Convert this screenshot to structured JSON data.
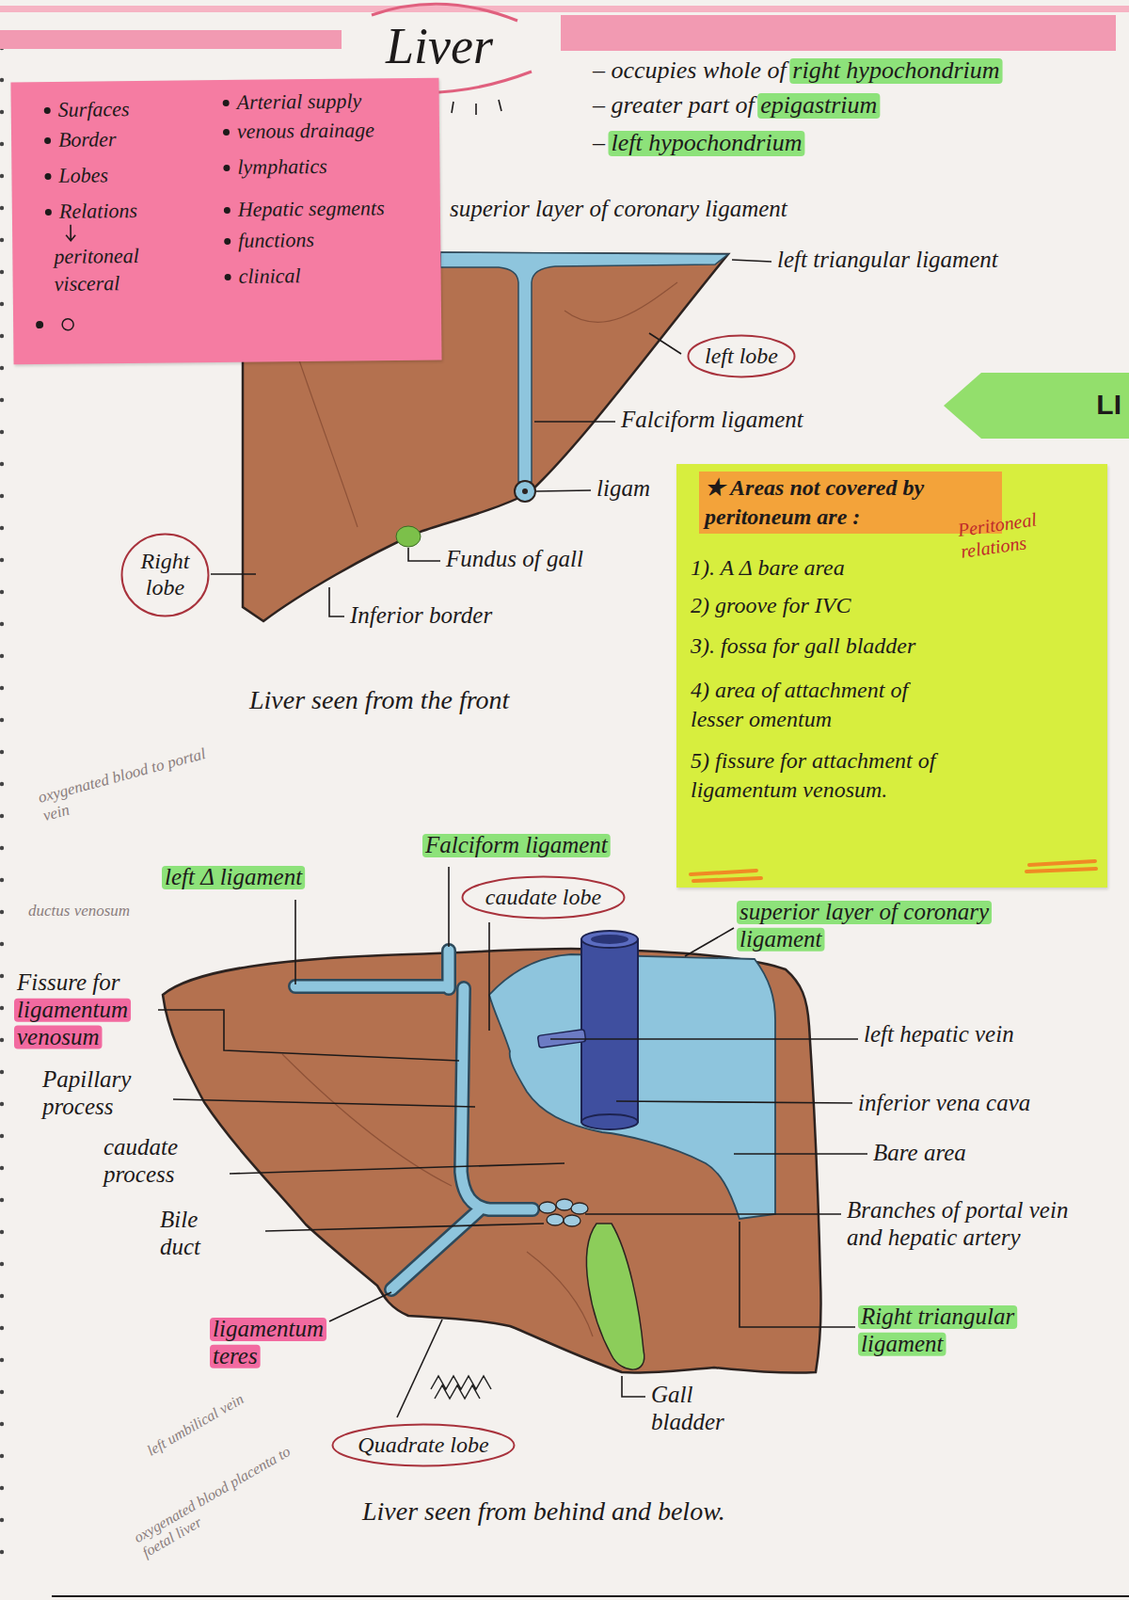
{
  "diagram": {
    "title": "Liver",
    "nodes": [
      {
        "text": [
          "Surfaces",
          "Border",
          "Lobes",
          "Relations",
          "peritoneal visceral",
          "Arterial supply",
          "venous drainage",
          "lymphatics",
          "Hepatic segments",
          "functions",
          "clinical"
        ]
      },
      {
        "text": [
          "left lobe"
        ]
      },
      {
        "text": [
          "LI"
        ]
      },
      {
        "text": [
          "★ Areas not covered by peritoneum are :",
          "Peritoneal relations",
          "1). A Δ bare area",
          "2) groove for IVC",
          "3). fossa for gall bladder",
          "4) area of attachment of lesser omentum",
          "5) fissure for attachment of ligamentum venosum."
        ]
      },
      {
        "text": [
          "Right lobe"
        ]
      },
      {
        "text": [
          "caudate lobe"
        ]
      },
      {
        "text": [
          "Quadrate lobe"
        ]
      }
    ],
    "labels": [
      "– occupies whole of right hypochondrium",
      "– greater part of epigastrium",
      "– left hypochondrium",
      "superior layer of coronary ligament",
      "left triangular ligament",
      "Falciform ligament",
      "ligam",
      "Fundus of gall",
      "Inferior border",
      "Liver seen from the front",
      "oxygenated blood to portal vein",
      "Falciform ligament",
      "left Δ ligament",
      "ductus venosum",
      "superior layer of coronary ligament",
      "Fissure for ligamentum venosum",
      "left hepatic vein",
      "Papillary process",
      "inferior vena cava",
      "caudate process",
      "Bare area",
      "Bile duct",
      "Branches of portal vein and hepatic artery",
      "Right triangular ligament",
      "ligamentum teres",
      "Gall bladder",
      "left umbilical vein",
      "oxygenated blood placenta to foetal liver",
      "Liver seen from behind and below."
    ]
  }
}
